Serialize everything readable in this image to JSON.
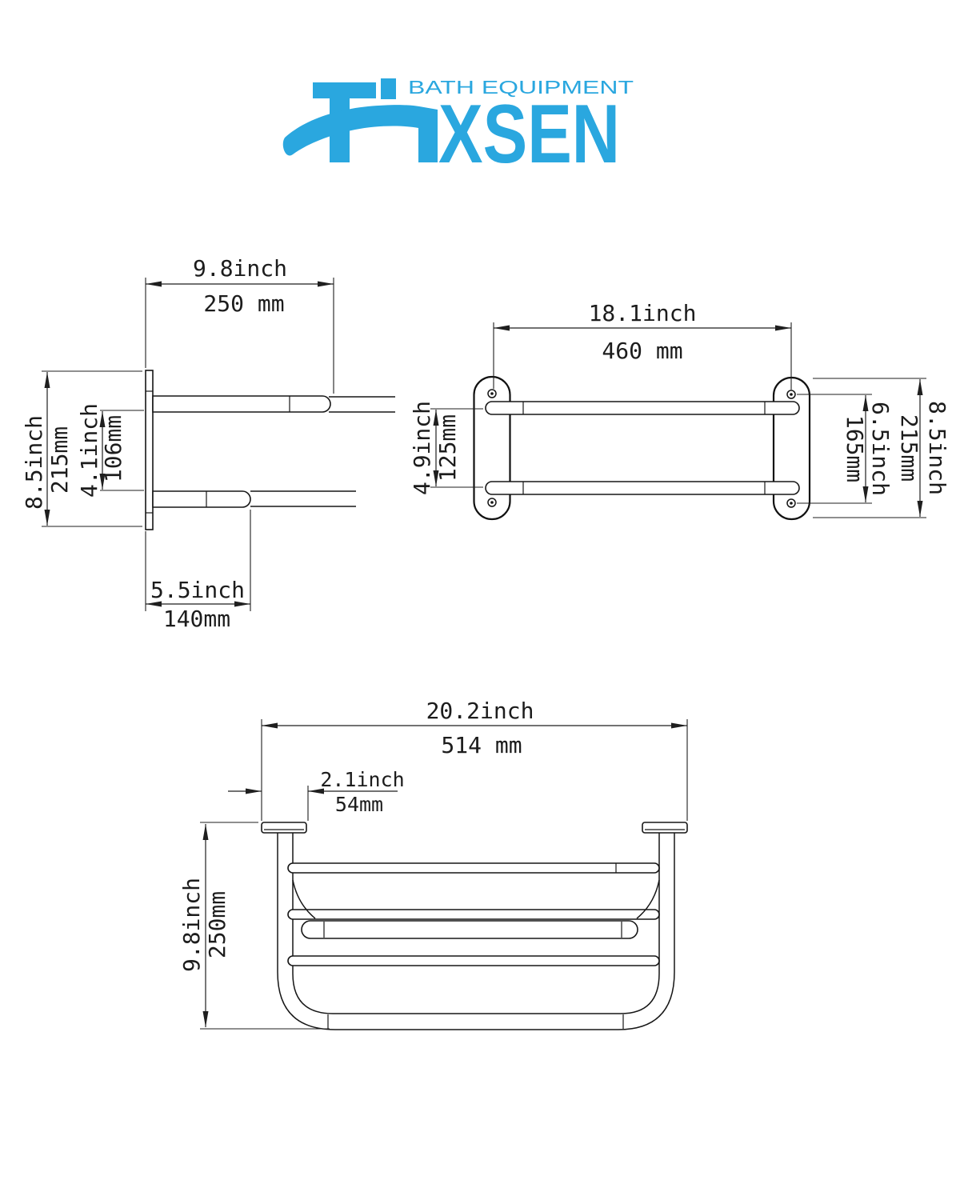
{
  "logo": {
    "tagline": "BATH EQUIPMENT",
    "brand": "FIXSEN",
    "brand_suffix": "XSEN",
    "color": "#2aa7df"
  },
  "views": {
    "side_view": {
      "depth_top": {
        "inch": "9.8inch",
        "mm": "250 mm"
      },
      "height": {
        "inch": "8.5inch",
        "mm": "215mm"
      },
      "arm_gap": {
        "inch": "4.1inch",
        "mm": "106mm"
      },
      "depth_lower": {
        "inch": "5.5inch",
        "mm": "140mm"
      }
    },
    "front_view": {
      "width": {
        "inch": "18.1inch",
        "mm": "460 mm"
      },
      "bar_gap": {
        "inch": "4.9inch",
        "mm": "125mm"
      },
      "hole_gap": {
        "inch": "6.5inch",
        "mm": "165mm"
      },
      "height": {
        "inch": "8.5inch",
        "mm": "215mm"
      }
    },
    "shelf_view": {
      "width": {
        "inch": "20.2inch",
        "mm": "514 mm"
      },
      "offset": {
        "inch": "2.1inch",
        "mm": "54mm"
      },
      "height": {
        "inch": "9.8inch",
        "mm": "250mm"
      }
    }
  },
  "line_color": "#1c1c1c"
}
